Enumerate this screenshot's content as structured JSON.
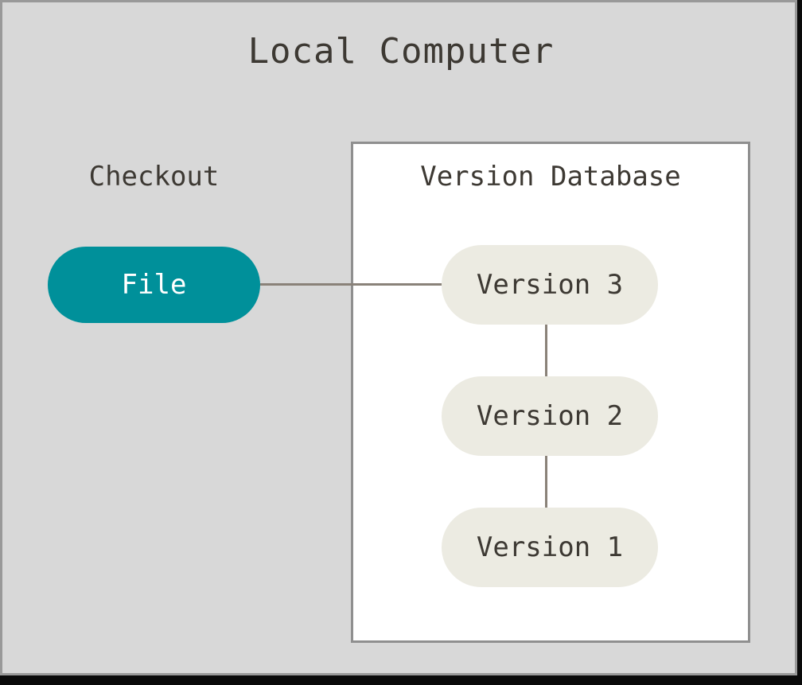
{
  "diagram": {
    "title": "Local Computer",
    "checkout_label": "Checkout",
    "file_node": {
      "label": "File"
    },
    "version_database": {
      "title": "Version Database",
      "nodes": [
        {
          "label": "Version 3"
        },
        {
          "label": "Version 2"
        },
        {
          "label": "Version 1"
        }
      ]
    },
    "connections": [
      {
        "from": "File",
        "to": "Version 3",
        "orientation": "horizontal"
      },
      {
        "from": "Version 3",
        "to": "Version 2",
        "orientation": "vertical"
      },
      {
        "from": "Version 2",
        "to": "Version 1",
        "orientation": "vertical"
      }
    ]
  },
  "colors": {
    "bg_panel": "#d8d8d8",
    "frame_border": "#999999",
    "outer_black": "#0a0a0a",
    "box_bg": "#ffffff",
    "box_border": "#8f8f8f",
    "node_teal": "#00909a",
    "node_light": "#ecebe2",
    "text_dark": "#3d3933",
    "text_on_teal": "#ffffff",
    "connector": "#8a8279"
  }
}
